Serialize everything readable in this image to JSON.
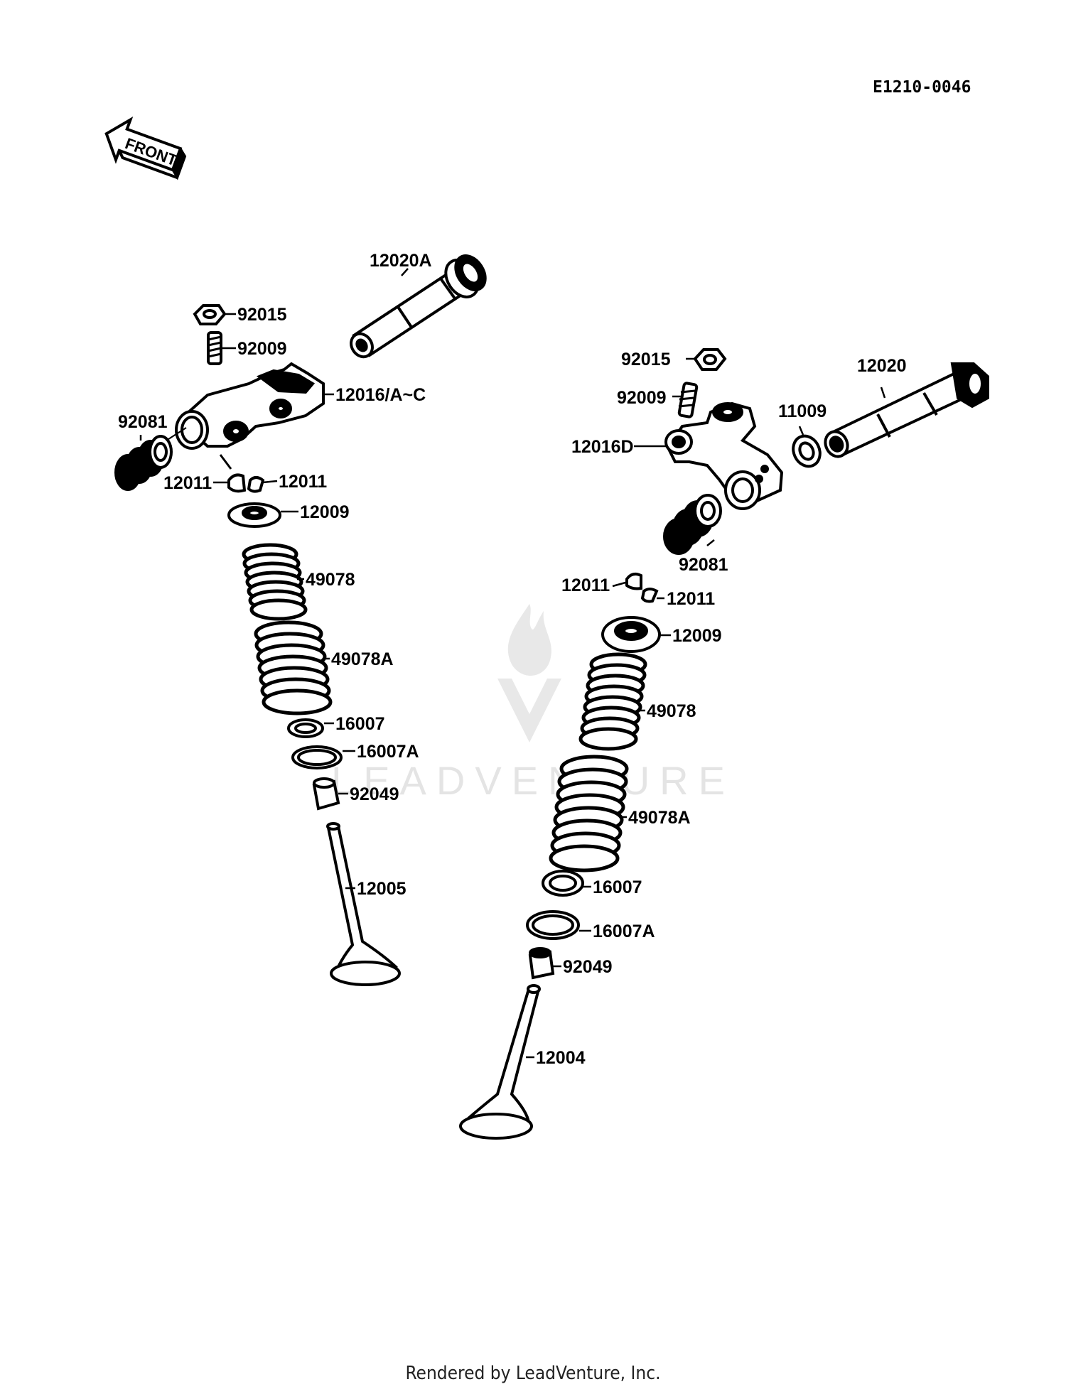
{
  "diagram_code": "E1210-0046",
  "front_label": "FRONT",
  "watermark_text": "LEADVENTURE",
  "footer": "Rendered by LeadVenture, Inc.",
  "left_assembly": {
    "rocker_shaft": "12020A",
    "nut": "92015",
    "adjust_screw": "92009",
    "rocker_arm": "12016/A~C",
    "spring": "92081",
    "cotter_left": "12011",
    "cotter_right": "12011",
    "retainer": "12009",
    "inner_spring": "49078",
    "outer_spring": "49078A",
    "seat": "16007",
    "seat_a": "16007A",
    "stem_seal": "92049",
    "valve": "12005"
  },
  "right_assembly": {
    "nut": "92015",
    "adjust_screw": "92009",
    "rocker_shaft": "12020",
    "washer": "11009",
    "rocker_arm": "12016D",
    "spring": "92081",
    "cotter_left": "12011",
    "cotter_right": "12011",
    "retainer": "12009",
    "inner_spring": "49078",
    "outer_spring": "49078A",
    "seat": "16007",
    "seat_a": "16007A",
    "stem_seal": "92049",
    "valve": "12004"
  }
}
